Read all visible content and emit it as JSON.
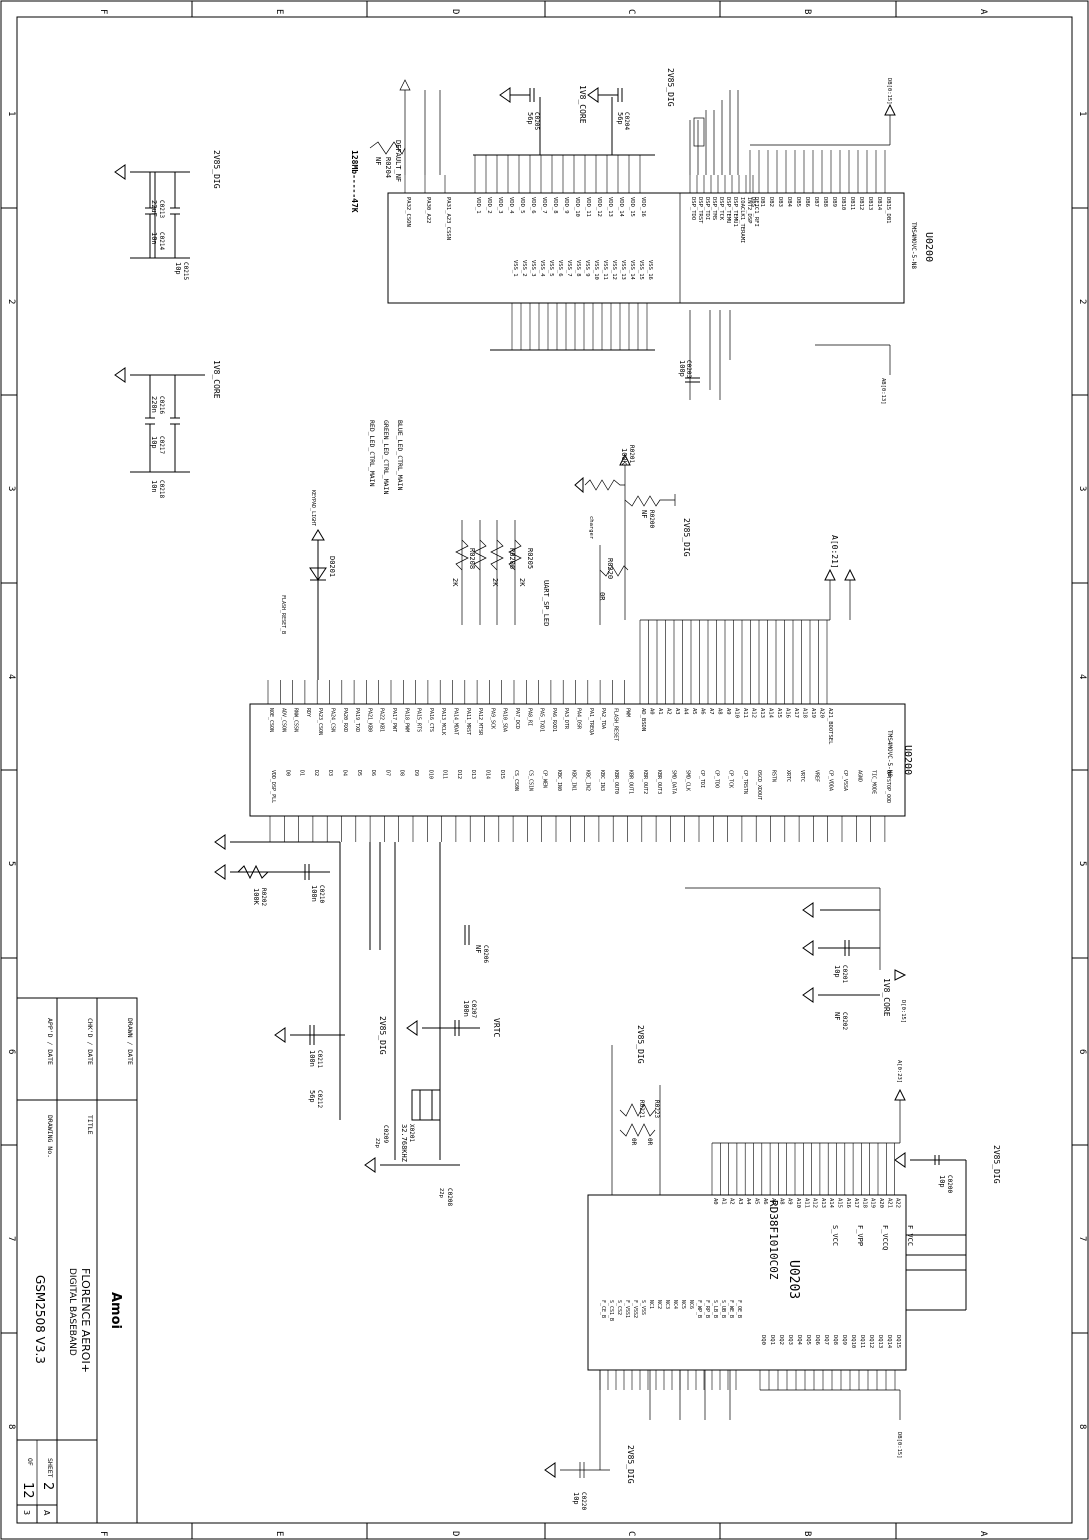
{
  "border": {
    "columns": [
      "F",
      "E",
      "D",
      "C",
      "B",
      "A"
    ],
    "rows": [
      "1",
      "2",
      "3",
      "4",
      "5",
      "6",
      "7",
      "8"
    ]
  },
  "title_block": {
    "drawn_label": "DRAWN / DATE",
    "chk_label": "CHK'D / DATE",
    "app_label": "APP'D / DATE",
    "title_label": "TITLE",
    "drawing_no_label": "DRAWING No.",
    "company": "Amoi",
    "title_line1": "FLORENCE AEROI+",
    "title_line2": "DIGITAL BASEBAND",
    "drawing_no": "GSM2508 V3.3",
    "sheet_label": "SHEET",
    "sheet_no": "2",
    "of_label": "OF",
    "sheet_total": "12",
    "rev_letter": "A",
    "rev_no": "3"
  },
  "u0200a": {
    "refdes": "U0200",
    "part": "TMS4MOVC-5-N8",
    "left_pins": [
      "DSP_TDO",
      "DSP_TRST",
      "DSP_TDI",
      "DSP_TMS",
      "DSP_TCK",
      "DSP_TEMU",
      "DSP_TEMU1",
      "IOACLK1_TERAMI",
      "INT2_DSP",
      "DFIC1_RFI"
    ],
    "right_pins": [
      "DBS",
      "DB1",
      "DB2",
      "DB3",
      "DB4",
      "DB5",
      "DB6",
      "DB7",
      "DB8",
      "DB9",
      "DB10",
      "DB11",
      "DB12",
      "DB13",
      "DB14",
      "DB15_DB1"
    ],
    "vdd_pins": [
      "VDD_1",
      "VDD_2",
      "VDD_3",
      "VDD_4",
      "VDD_5",
      "VDD_6",
      "VDD_7",
      "VDD_8",
      "VDD_9",
      "VDD_10",
      "VDD_11",
      "VDD_12",
      "VDD_13",
      "VDD_14",
      "VDD_15",
      "VDD_16"
    ],
    "vss_pins": [
      "VSS_1",
      "VSS_2",
      "VSS_3",
      "VSS_4",
      "VSS_5",
      "VSS_6",
      "VSS_7",
      "VSS_8",
      "VSS_9",
      "VSS_10",
      "VSS_11",
      "VSS_12",
      "VSS_13",
      "VSS_14",
      "VSS_15",
      "VSS_16"
    ],
    "csn_pins": [
      "PA32_CSON",
      "PA30_A22",
      "PA31_A23_CSSN"
    ]
  },
  "u0200b": {
    "refdes": "U0200",
    "part": "TMS4MOVC-5-N8",
    "addr_pins": [
      "AD_BSDN",
      "A0",
      "A1",
      "A2",
      "A3",
      "A4",
      "A5",
      "A6",
      "A7",
      "A8",
      "A9",
      "A10",
      "A11",
      "A12",
      "A13",
      "A14",
      "A15",
      "A16",
      "A17",
      "A18",
      "A19",
      "A20",
      "A21_BOOTSEL"
    ],
    "ctrl_pins": [
      "NOE_CSON",
      "ADV_CSON",
      "RNW_CSSN",
      "RDY",
      "PA23_CSON",
      "PA24_CSN",
      "PA20_RXD",
      "PA19_TXD",
      "PA21_KB0",
      "PA22_KB1",
      "PA17_PWT",
      "PA18_PWM",
      "PA15_RTS",
      "PA16_CTS",
      "PA13_MCLK",
      "PA14_MDAT",
      "PA11_MRST",
      "PA12_MTSR",
      "PA9_SCK",
      "PA10_SDA",
      "PA7_DCD",
      "PA8_RI",
      "PA5_TXD1",
      "PA6_RXD1",
      "PA3_DTR",
      "PA4_DSR",
      "PA1_TREQA",
      "PA2_TDA",
      "FLASH_RESET",
      "PWM"
    ],
    "data_pins": [
      "VDD_DSP_PLL",
      "D0",
      "D1",
      "D2",
      "D3",
      "D4",
      "D5",
      "D6",
      "D7",
      "D8",
      "D9",
      "D10",
      "D11",
      "D12",
      "D13",
      "D14",
      "D15",
      "CS_CS0N",
      "CS_CS1N",
      "CP_WEN",
      "KBC_IN0",
      "KBC_IN1",
      "KBC_IN2",
      "KBC_IN3",
      "KBR_OUT0",
      "KBR_OUT1",
      "KBR_OUT2",
      "KBR_OUT3",
      "SMD_DATA",
      "SMD_CLK",
      "CP_TDI",
      "CP_TDO",
      "CP_TCK",
      "CP_TRSTN",
      "OSCD_XDOUT",
      "RSTN",
      "XRTC",
      "VRTC",
      "VREF",
      "CP_VDDA",
      "CP_VSSA",
      "AGND",
      "TIC_MODE",
      "OPTSTOP_OOD"
    ]
  },
  "u0203": {
    "refdes": "U0203",
    "part": "RD38F1010C0Z",
    "left_pins": [
      "F_VCC",
      "F_VCCQ",
      "F_VPP",
      "S_VCC"
    ],
    "a_pins": [
      "A0",
      "A1",
      "A2",
      "A3",
      "A4",
      "A5",
      "A6",
      "A7",
      "A8",
      "A9",
      "A10",
      "A11",
      "A12",
      "A13",
      "A14",
      "A15",
      "A16",
      "A17",
      "A18",
      "A19",
      "A20",
      "A21",
      "A22"
    ],
    "dq_pins": [
      "DQ0",
      "DQ1",
      "DQ2",
      "DQ3",
      "DQ4",
      "DQ5",
      "DQ6",
      "DQ7",
      "DQ8",
      "DQ9",
      "DQ10",
      "DQ11",
      "DQ12",
      "DQ13",
      "DQ14",
      "DQ15"
    ],
    "ctrl_pins": [
      "F_CE_B",
      "S_CS1_B",
      "S_CS2",
      "F_VSS1",
      "F_VSS2",
      "S_VSS",
      "NC1",
      "NC2",
      "NC3",
      "NC4",
      "NC5",
      "NC6",
      "F_WP_B",
      "F_RP_B",
      "S_LB_B",
      "S_UB_B",
      "F_WE_B",
      "F_OE_B"
    ]
  },
  "components": {
    "c0213": {
      "ref": "C0213",
      "val": "22uF"
    },
    "c0214": {
      "ref": "C0214",
      "val": "10n"
    },
    "c0215": {
      "ref": "C0215",
      "val": "10p"
    },
    "c0216": {
      "ref": "C0216",
      "val": "220n"
    },
    "c0217": {
      "ref": "C0217",
      "val": "10p"
    },
    "c0218": {
      "ref": "C0218",
      "val": "10n"
    },
    "c0205": {
      "ref": "C0205",
      "val": "56p"
    },
    "c0204": {
      "ref": "C0204",
      "val": "56p"
    },
    "c0203": {
      "ref": "C0203",
      "val": "100p"
    },
    "c0210": {
      "ref": "C0210",
      "val": "100n"
    },
    "c0206": {
      "ref": "C0206",
      "val": "NF"
    },
    "c0207": {
      "ref": "C0207",
      "val": "100n"
    },
    "c0211": {
      "ref": "C0211",
      "val": "100n"
    },
    "c0212": {
      "ref": "C0212",
      "val": "56p"
    },
    "c0209": {
      "ref": "C0209",
      "val": "22p"
    },
    "c0208": {
      "ref": "C0208",
      "val": "22p"
    },
    "c0201": {
      "ref": "C0201",
      "val": "10p"
    },
    "c0202": {
      "ref": "C0202",
      "val": "NF"
    },
    "c0200": {
      "ref": "C0200",
      "val": "10p"
    },
    "c0220": {
      "ref": "C0220",
      "val": "10p"
    },
    "r0204": {
      "ref": "R0204",
      "val": "NF"
    },
    "r0201": {
      "ref": "R0201",
      "val": "100K"
    },
    "r0200": {
      "ref": "R0200",
      "val": "NF"
    },
    "r0205": {
      "ref": "R0205",
      "val": "2K"
    },
    "r0206": {
      "ref": "R0206",
      "val": "2K"
    },
    "r0208": {
      "ref": "R0208",
      "val": "2K"
    },
    "r0220": {
      "ref": "R0220",
      "val": "0R"
    },
    "r0202": {
      "ref": "R0202",
      "val": "100K"
    },
    "r0221": {
      "ref": "R0221",
      "val": "0R"
    },
    "r0223": {
      "ref": "R0223",
      "val": "0R"
    },
    "d0201": {
      "ref": "D0201"
    },
    "x0201": {
      "ref": "X0201",
      "val": "32.768KHZ"
    }
  },
  "nets": {
    "v2v85_dig": "2V85_DIG",
    "v1v8_core": "1V8_CORE",
    "vrtc": "VRTC",
    "default_nf": "DEFAULT_NF",
    "option_note": "128Mb-----47K",
    "bluled": "BLUE_LED_CTRL_MAIN",
    "greled": "GREEN_LED_CTRL_MAIN",
    "redled": "RED_LED_CTRL_MAIN",
    "uart_sp": "UART_SP_LED",
    "charger": "charger",
    "a_bus": "A[0:21]",
    "d_bus": "D[0:15]",
    "a_bus2": "A[0:23]",
    "db_bus": "DB[0:15]",
    "ab_bus": "AB[0:13]",
    "flash_reset": "FLASH_RESET_B",
    "keypad_light": "KEYPAD_LIGHT"
  }
}
